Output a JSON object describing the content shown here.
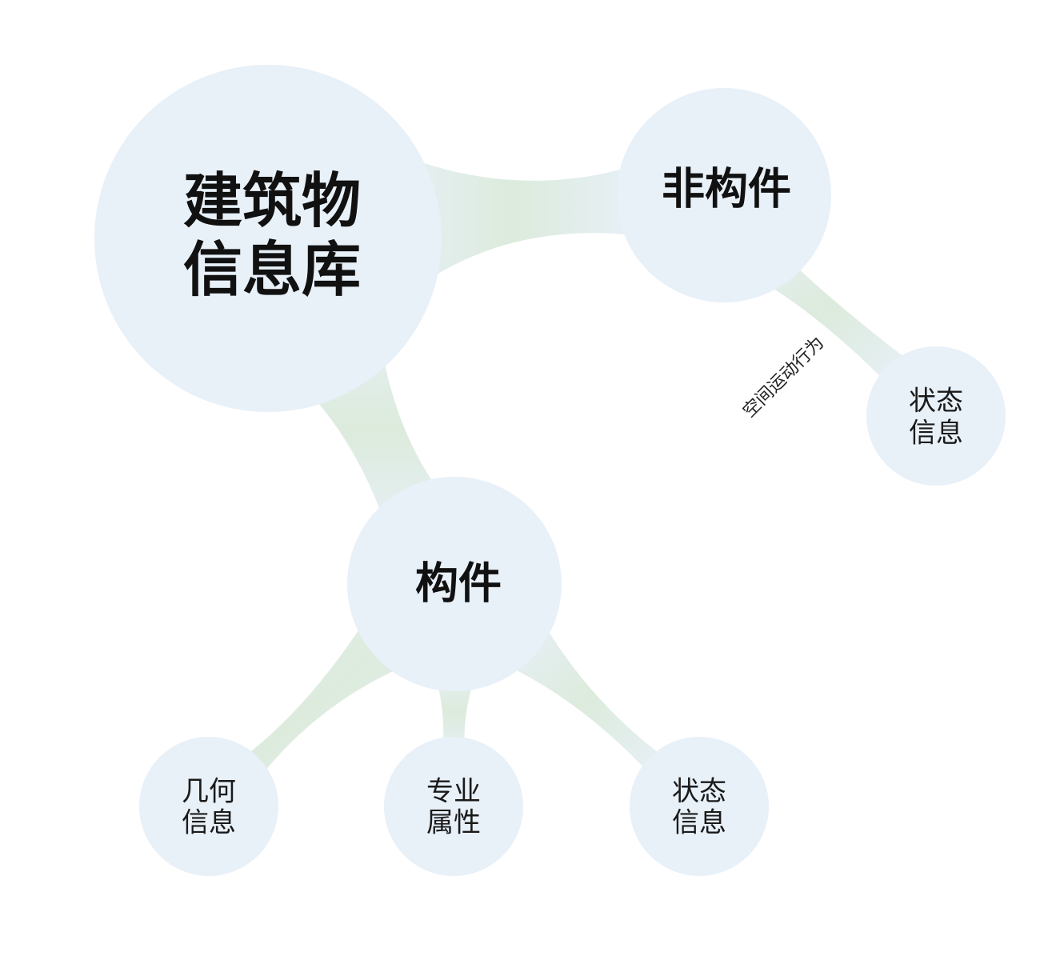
{
  "nodes": {
    "root": {
      "lines": [
        "建筑物",
        "信息库"
      ]
    },
    "non_component": {
      "lines": [
        "非构件"
      ]
    },
    "status_info_top": {
      "lines": [
        "状态",
        "信息"
      ]
    },
    "component": {
      "lines": [
        "构件"
      ]
    },
    "geometry_info": {
      "lines": [
        "几何",
        "信息"
      ]
    },
    "professional_attr": {
      "lines": [
        "专业",
        "属性"
      ]
    },
    "status_info_bottom": {
      "lines": [
        "状态",
        "信息"
      ]
    }
  },
  "edge_labels": {
    "non_component_to_status": "空间运动行为"
  },
  "colors": {
    "node_fill": "#e8f0f8",
    "connector": "#dcebdc"
  }
}
